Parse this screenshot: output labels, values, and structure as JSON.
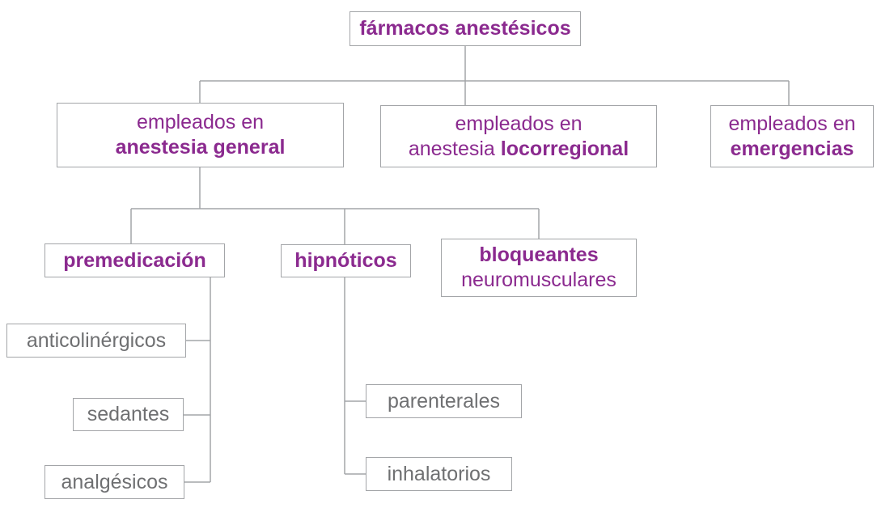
{
  "colors": {
    "node_text_purple": "#8b2a8f",
    "node_text_gray": "#6f7072",
    "box_border": "#a3a5a8",
    "connector_line": "#a3a5a8",
    "background": "#ffffff"
  },
  "diagram": {
    "root": {
      "label": "fármacos anestésicos"
    },
    "general": {
      "line1": "empleados en",
      "line2": "anestesia general"
    },
    "locorregional": {
      "line1": "empleados en",
      "line2_regular": "anestesia",
      "line2_bold": "locorregional"
    },
    "emergencias": {
      "line1": "empleados en",
      "line2": "emergencias"
    },
    "premedicacion": {
      "label": "premedicación"
    },
    "hipnoticos": {
      "label": "hipnóticos"
    },
    "bloqueantes": {
      "line1": "bloqueantes",
      "line2": "neuromusculares"
    },
    "anticolinergicos": {
      "label": "anticolinérgicos"
    },
    "sedantes": {
      "label": "sedantes"
    },
    "analgesicos": {
      "label": "analgésicos"
    },
    "parenterales": {
      "label": "parenterales"
    },
    "inhalatorios": {
      "label": "inhalatorios"
    }
  }
}
